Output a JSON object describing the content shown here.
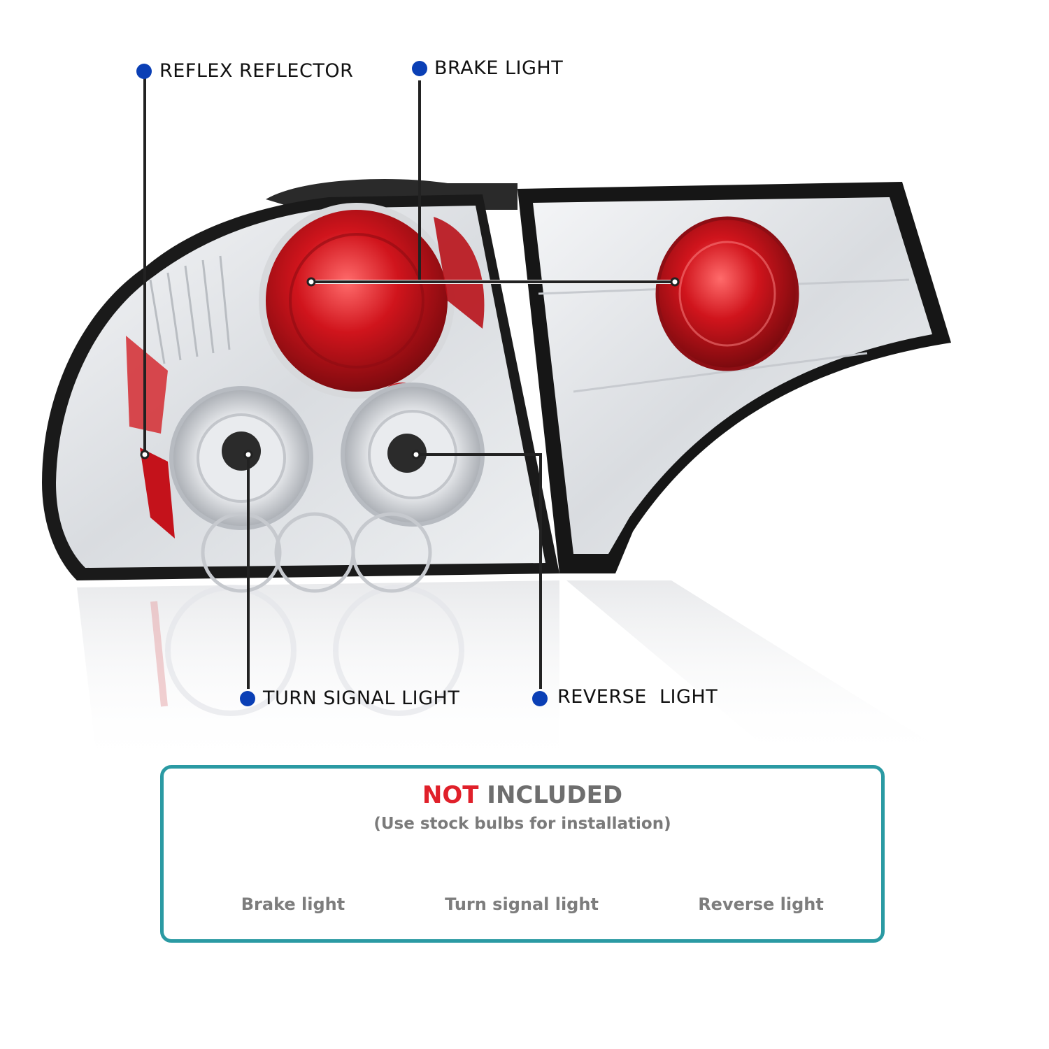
{
  "callouts": {
    "reflex_reflector": "REFLEX REFLECTOR",
    "brake_light": "BRAKE LIGHT",
    "turn_signal_light": "TURN SIGNAL LIGHT",
    "reverse_light": "REVERSE  LIGHT"
  },
  "note": {
    "title_emphasis": "NOT",
    "title_rest": "INCLUDED",
    "subtitle": "(Use stock bulbs for installation)",
    "bulbs": [
      "Brake light",
      "Turn signal light",
      "Reverse light"
    ]
  },
  "colors": {
    "marker_dot": "#0a3fb5",
    "note_border": "#2a9aa3",
    "not_emphasis": "#e0202a",
    "lens_red": "#c8151e"
  }
}
